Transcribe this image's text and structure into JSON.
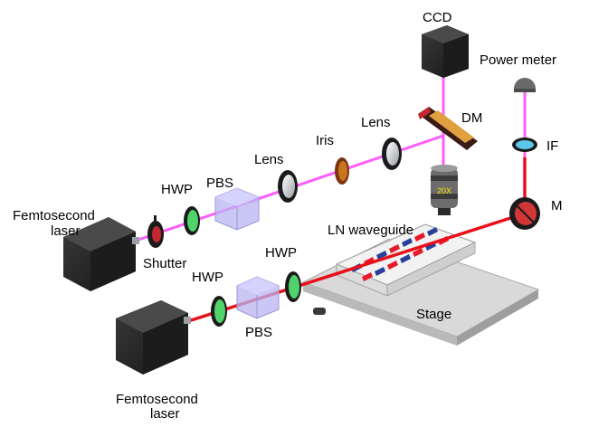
{
  "labels": {
    "ccd": "CCD",
    "power_meter": "Power meter",
    "dm": "DM",
    "lens_right": "Lens",
    "iris": "Iris",
    "lens_left": "Lens",
    "if": "IF",
    "m": "M",
    "hwp_top": "HWP",
    "pbs_top": "PBS",
    "femto_top_1": "Femtosecond",
    "femto_top_2": "laser",
    "shutter": "Shutter",
    "ln_waveguide": "LN waveguide",
    "hwp_bottom_left": "HWP",
    "hwp_bottom_right": "HWP",
    "pbs_bottom": "PBS",
    "stage": "Stage",
    "femto_bottom_1": "Femtosecond",
    "femto_bottom_2": "laser",
    "objective": "20X"
  },
  "colors": {
    "pump_beam": "#ff5cff",
    "signal_beam": "#e8101a",
    "hwp_green": "#4fd36a",
    "dm_orange": "#e0a040",
    "if_cyan": "#5cc7e8",
    "laser_body": "#262626"
  }
}
